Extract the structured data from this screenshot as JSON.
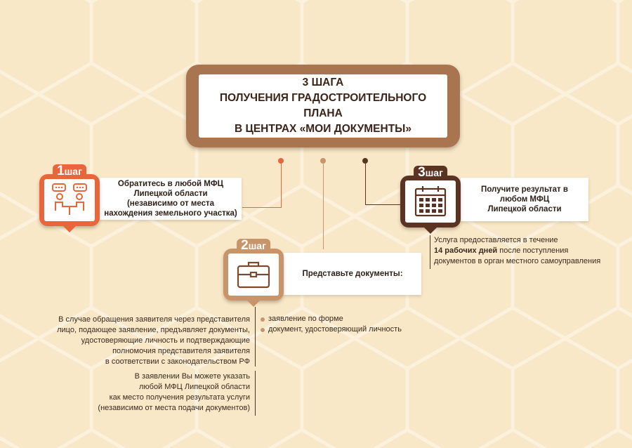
{
  "title": {
    "line1": "3 ШАГА",
    "line2": "ПОЛУЧЕНИЯ ГРАДОСТРОИТЕЛЬНОГО ПЛАНА",
    "line3": "В ЦЕНТРАХ «МОИ ДОКУМЕНТЫ»"
  },
  "colors": {
    "background": "#f8e8c8",
    "title_frame": "#a97551",
    "step1": "#e8663a",
    "step2": "#c8956a",
    "step3": "#5a3323"
  },
  "step1": {
    "num": "1",
    "label": "шаг",
    "icon": "meeting-chat-icon",
    "lines": [
      "Обратитесь в любой МФЦ",
      "Липецкой области",
      "(независимо от места",
      "нахождения земельного участка)"
    ]
  },
  "step2": {
    "num": "2",
    "label": "шаг",
    "icon": "briefcase-icon",
    "text": "Представьте документы:",
    "bullets": [
      "заявление по форме",
      "документ, удостоверяющий личность"
    ],
    "note1": [
      "В случае обращения заявителя через представителя",
      "лицо, подающее заявление, предъявляет документы,",
      "удостоверяющие личность и подтверждающие",
      "полномочия представителя заявителя",
      "в соответствии с законодательством РФ"
    ],
    "note2": [
      "В заявлении Вы можете указать",
      "любой МФЦ Липецкой области",
      "как место получения результата услуги",
      "(независимо от места подачи документов)"
    ]
  },
  "step3": {
    "num": "3",
    "label": "шаг",
    "icon": "calendar-icon",
    "lines": [
      "Получите результат в",
      "любом МФЦ",
      "Липецкой области"
    ],
    "note_pre": "Услуга предоставляется в течение",
    "note_bold": "14 рабочих дней",
    "note_post": " после поступления",
    "note_last": "документов в орган местного самоуправления"
  }
}
